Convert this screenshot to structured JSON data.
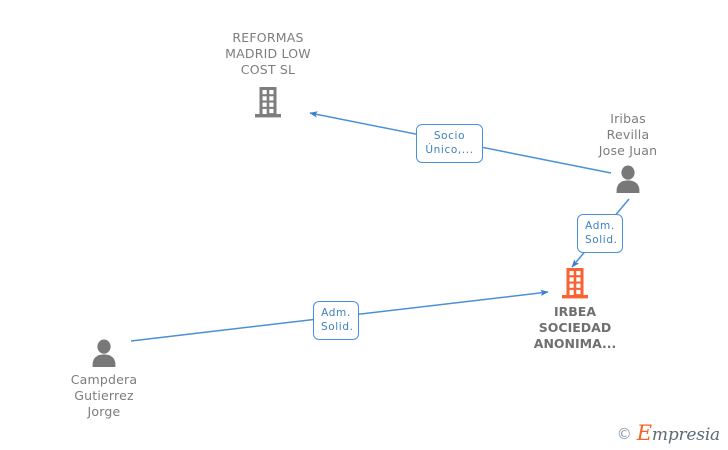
{
  "diagram": {
    "title": "Empresia corporate relationship graph",
    "background": "#ffffff",
    "colors": {
      "edge": "#4a90d9",
      "edge_label_text": "#3f7fc1",
      "company_gray": "#7d7d7d",
      "company_orange": "#f96232",
      "person_gray": "#787878",
      "label_text": "#7d7d7d"
    },
    "nodes": [
      {
        "id": "reformas",
        "type": "company",
        "icon": "building-icon",
        "icon_color": "#7d7d7d",
        "label": "REFORMAS\nMADRID LOW\nCOST SL",
        "label_position": "above"
      },
      {
        "id": "iribas",
        "type": "person",
        "icon": "person-icon",
        "icon_color": "#787878",
        "label": "Iribas\nRevilla\nJose Juan",
        "label_position": "above"
      },
      {
        "id": "irbea",
        "type": "company",
        "icon": "building-icon",
        "icon_color": "#f96232",
        "label": "IRBEA\nSOCIEDAD\nANONIMA...",
        "label_position": "below"
      },
      {
        "id": "campdera",
        "type": "person",
        "icon": "person-icon",
        "icon_color": "#787878",
        "label": "Campdera\nGutierrez\nJorge",
        "label_position": "below"
      }
    ],
    "edges": [
      {
        "id": "edge-iribas-reformas",
        "from": "iribas",
        "to": "reformas",
        "label": "Socio\nÚnico,...",
        "arrow": "end"
      },
      {
        "id": "edge-iribas-irbea",
        "from": "iribas",
        "to": "irbea",
        "label": "Adm.\nSolid.",
        "arrow": "end"
      },
      {
        "id": "edge-campdera-irbea",
        "from": "campdera",
        "to": "irbea",
        "label": "Adm.\nSolid.",
        "arrow": "end"
      }
    ]
  },
  "watermark": {
    "copyright": "©",
    "brand_first": "E",
    "brand_rest": "mpresia"
  }
}
